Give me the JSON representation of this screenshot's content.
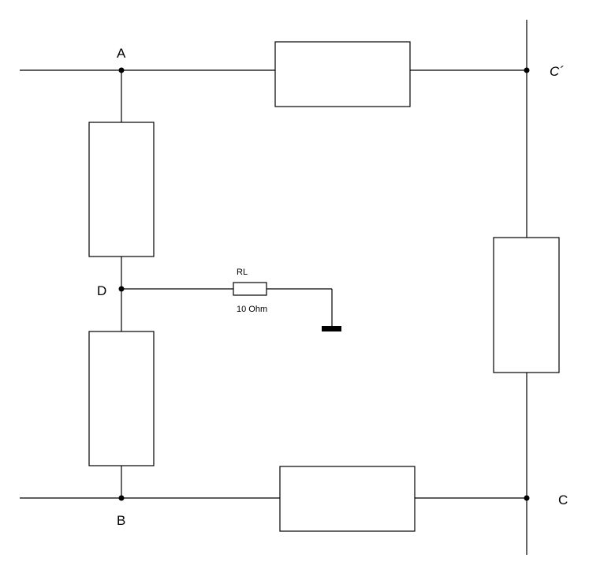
{
  "nodes": {
    "a": "A",
    "b": "B",
    "c": "C",
    "c_prime": "C´",
    "d": "D"
  },
  "load_resistor": {
    "name": "RL",
    "value": "10 Ohm"
  }
}
